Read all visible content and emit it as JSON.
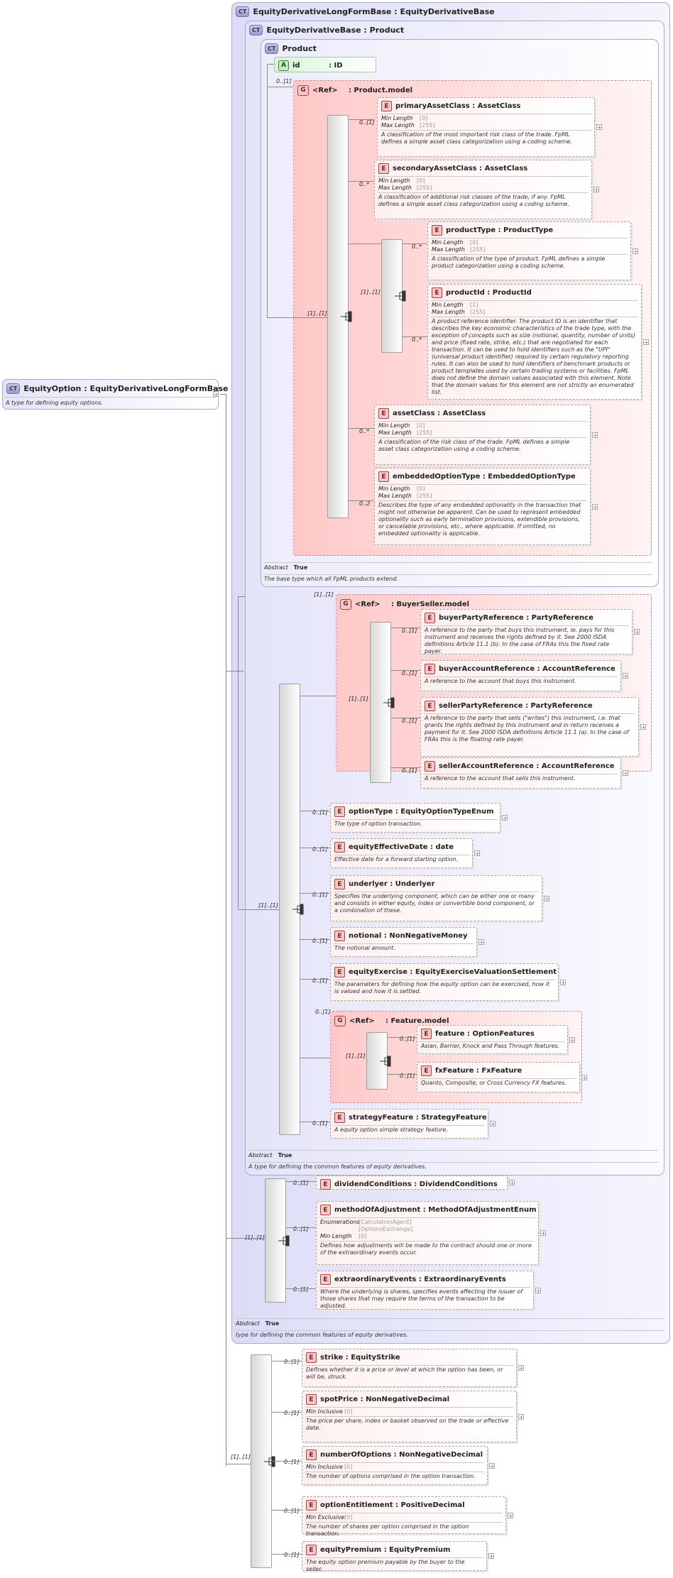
{
  "root": {
    "badge": "CT",
    "name": "EquityOption",
    "type": "EquityDerivativeLongFormBase",
    "doc": "A type for defining equity options."
  },
  "frames": [
    {
      "key": "longform",
      "badge": "CT",
      "title": "EquityDerivativeLongFormBase : EquityDerivativeBase",
      "abstract_key": "Abstract",
      "abstract_val": "True",
      "doc": "type for defining the common features of equity derivatives."
    },
    {
      "key": "base",
      "badge": "CT",
      "title": "EquityDerivativeBase : Product",
      "abstract_key": "Abstract",
      "abstract_val": "True",
      "doc": "A type for defining the common features of equity derivatives."
    },
    {
      "key": "product",
      "badge": "CT",
      "title": "Product",
      "abstract_key": "Abstract",
      "abstract_val": "True",
      "doc": "The base type which all FpML products extend."
    }
  ],
  "attribute": {
    "badge": "A",
    "name": "id",
    "type": ": ID"
  },
  "groups": [
    {
      "key": "product_model",
      "badge": "G",
      "ref": "<Ref>",
      "name": ": Product.model"
    },
    {
      "key": "buyer_seller",
      "badge": "G",
      "ref": "<Ref>",
      "name": ": BuyerSeller.model"
    },
    {
      "key": "feature_model",
      "badge": "G",
      "ref": "<Ref>",
      "name": ": Feature.model"
    }
  ],
  "elements": [
    {
      "name": "primaryAssetClass",
      "type": "AssetClass",
      "card": "0..[1]",
      "facets": [
        {
          "k": "Min Length",
          "v": "[0]"
        },
        {
          "k": "Max Length",
          "v": "[255]"
        }
      ],
      "doc": "A classification of the most important risk class of the trade. FpML defines a simple asset class categorization using a coding scheme."
    },
    {
      "name": "secondaryAssetClass",
      "type": "AssetClass",
      "card": "0..*",
      "facets": [
        {
          "k": "Min Length",
          "v": "[0]"
        },
        {
          "k": "Max Length",
          "v": "[255]"
        }
      ],
      "doc": "A classification of additional risk classes of the trade, if any. FpML defines a simple asset class categorization using a coding scheme."
    },
    {
      "name": "productType",
      "type": "ProductType",
      "card": "0..*",
      "facets": [
        {
          "k": "Min Length",
          "v": "[0]"
        },
        {
          "k": "Max Length",
          "v": "[255]"
        }
      ],
      "doc": "A classification of the type of product. FpML defines a simple product categorization using a coding scheme."
    },
    {
      "name": "productId",
      "type": "ProductId",
      "card": "0..*",
      "facets": [
        {
          "k": "Min Length",
          "v": "[1]"
        },
        {
          "k": "Max Length",
          "v": "[255]"
        }
      ],
      "doc": "A product reference identifier. The product ID is an identifier that describes the key economic characteristics of the trade type, with the exception of concepts such as size (notional, quantity, number of units) and price (fixed rate, strike, etc.) that are negotiated for each transaction. It can be used to hold identifiers such as the \"UPI\" (universal product identifier) required by certain regulatory reporting rules. It can also be used to hold identifiers of benchmark products or product templates used by certain trading systems or facilities. FpML does not define the domain values associated with this element. Note that the domain values for this element are not strictly an enumerated list."
    },
    {
      "name": "assetClass",
      "type": "AssetClass",
      "card": "0..*",
      "facets": [
        {
          "k": "Min Length",
          "v": "[0]"
        },
        {
          "k": "Max Length",
          "v": "[255]"
        }
      ],
      "doc": "A classification of the risk class of the trade. FpML defines a simple asset class categorization using a coding scheme."
    },
    {
      "name": "embeddedOptionType",
      "type": "EmbeddedOptionType",
      "card": "0..2",
      "facets": [
        {
          "k": "Min Length",
          "v": "[0]"
        },
        {
          "k": "Max Length",
          "v": "[255]"
        }
      ],
      "doc": "Describes the type of any embedded optionality in the transaction that might not otherwise be apparent. Can be used to represent embedded optionality such as early termination provisions, extendible provisions, or cancelable provisions, etc., where applicable. If omitted, no embedded optionality is applicable."
    },
    {
      "name": "buyerPartyReference",
      "type": "PartyReference",
      "card": "0..[1]",
      "facets": [],
      "doc": "A reference to the party that buys this instrument, ie. pays for this instrument and receives the rights defined by it. See 2000 ISDA definitions Article 11.1 (b). In the case of FRAs this the fixed rate payer."
    },
    {
      "name": "buyerAccountReference",
      "type": "AccountReference",
      "card": "0..[1]",
      "facets": [],
      "doc": "A reference to the account that buys this instrument."
    },
    {
      "name": "sellerPartyReference",
      "type": "PartyReference",
      "card": "0..[1]",
      "facets": [],
      "doc": "A reference to the party that sells (\"writes\") this instrument, i.e. that grants the rights defined by this instrument and in return receives a payment for it. See 2000 ISDA definitions Article 11.1 (a). In the case of FRAs this is the floating rate payer."
    },
    {
      "name": "sellerAccountReference",
      "type": "AccountReference",
      "card": "0..[1]",
      "facets": [],
      "doc": "A reference to the account that sells this instrument."
    },
    {
      "name": "optionType",
      "type": "EquityOptionTypeEnum",
      "card": "0..[1]",
      "facets": [],
      "doc": "The type of option transaction."
    },
    {
      "name": "equityEffectiveDate",
      "type": "date",
      "card": "0..[1]",
      "facets": [],
      "doc": "Effective date for a forward starting option."
    },
    {
      "name": "underlyer",
      "type": "Underlyer",
      "card": "0..[1]",
      "facets": [],
      "doc": "Specifies the underlying component, which can be either one or many and consists in either equity, index or convertible bond component, or a combination of these."
    },
    {
      "name": "notional",
      "type": "NonNegativeMoney",
      "card": "0..[1]",
      "facets": [],
      "doc": "The notional amount."
    },
    {
      "name": "equityExercise",
      "type": "EquityExerciseValuationSettlement",
      "card": "0..[1]",
      "facets": [],
      "doc": "The parameters for defining how the equity option can be exercised, how it is valued and how it is settled."
    },
    {
      "name": "feature",
      "type": "OptionFeatures",
      "card": "0..[1]",
      "facets": [],
      "doc": "Asian, Barrier, Knock and Pass Through features."
    },
    {
      "name": "fxFeature",
      "type": "FxFeature",
      "card": "0..[1]",
      "facets": [],
      "doc": "Quanto, Composite, or Cross Currency FX features."
    },
    {
      "name": "strategyFeature",
      "type": "StrategyFeature",
      "card": "0..[1]",
      "facets": [],
      "doc": "A equity option simple strategy feature."
    },
    {
      "name": "dividendConditions",
      "type": "DividendConditions",
      "card": "0..[1]",
      "facets": [],
      "doc": ""
    },
    {
      "name": "methodOfAdjustment",
      "type": "MethodOfAdjustmentEnum",
      "card": "0..[1]",
      "facets": [
        {
          "k": "Enumerations",
          "v": "[CalculationAgent]"
        },
        {
          "k": "",
          "v": "[OptionsExchange]"
        },
        {
          "k": "Min Length",
          "v": "[0]"
        }
      ],
      "doc": "Defines how adjustments will be made to the contract should one or more of the extraordinary events occur."
    },
    {
      "name": "extraordinaryEvents",
      "type": "ExtraordinaryEvents",
      "card": "0..[1]",
      "facets": [],
      "doc": "Where the underlying is shares, specifies events affecting the issuer of those shares that may require the terms of the transaction to be adjusted."
    },
    {
      "name": "strike",
      "type": "EquityStrike",
      "card": "0..[1]",
      "facets": [],
      "doc": "Defines whether it is a price or level at which the option has been, or will be, struck."
    },
    {
      "name": "spotPrice",
      "type": "NonNegativeDecimal",
      "card": "0..[1]",
      "facets": [
        {
          "k": "Min Inclusive",
          "v": "[0]"
        }
      ],
      "doc": "The price per share, index or basket observed on the trade or effective date."
    },
    {
      "name": "numberOfOptions",
      "type": "NonNegativeDecimal",
      "card": "0..[1]",
      "facets": [
        {
          "k": "Min Inclusive",
          "v": "[0]"
        }
      ],
      "doc": "The number of options comprised in the option transaction."
    },
    {
      "name": "optionEntitlement",
      "type": "PositiveDecimal",
      "card": "0..[1]",
      "facets": [
        {
          "k": "Min Exclusive",
          "v": "[0]"
        }
      ],
      "doc": "The number of shares per option comprised in the option transaction."
    },
    {
      "name": "equityPremium",
      "type": "EquityPremium",
      "card": "0..[1]",
      "facets": [],
      "doc": "The equity option premium payable by the buyer to the seller."
    }
  ],
  "sequences": [
    {
      "key": "seq_product",
      "card": "[1]..[1]"
    },
    {
      "key": "seq_productid",
      "card": "[1]..[1]"
    },
    {
      "key": "seq_buyerseller",
      "card": "[1]..[1]"
    },
    {
      "key": "seq_base",
      "card": "[1]..[1]"
    },
    {
      "key": "seq_feature",
      "card": "[1]..[1]"
    },
    {
      "key": "seq_longform",
      "card": "[1]..[1]"
    },
    {
      "key": "seq_option",
      "card": "[1]..[1]"
    }
  ],
  "group_cards": {
    "product_model": "0..[1]",
    "buyer_seller": "[1]..[1]",
    "feature_model": "0..[1]"
  },
  "expander_glyph": "+",
  "sep_colon": ":"
}
